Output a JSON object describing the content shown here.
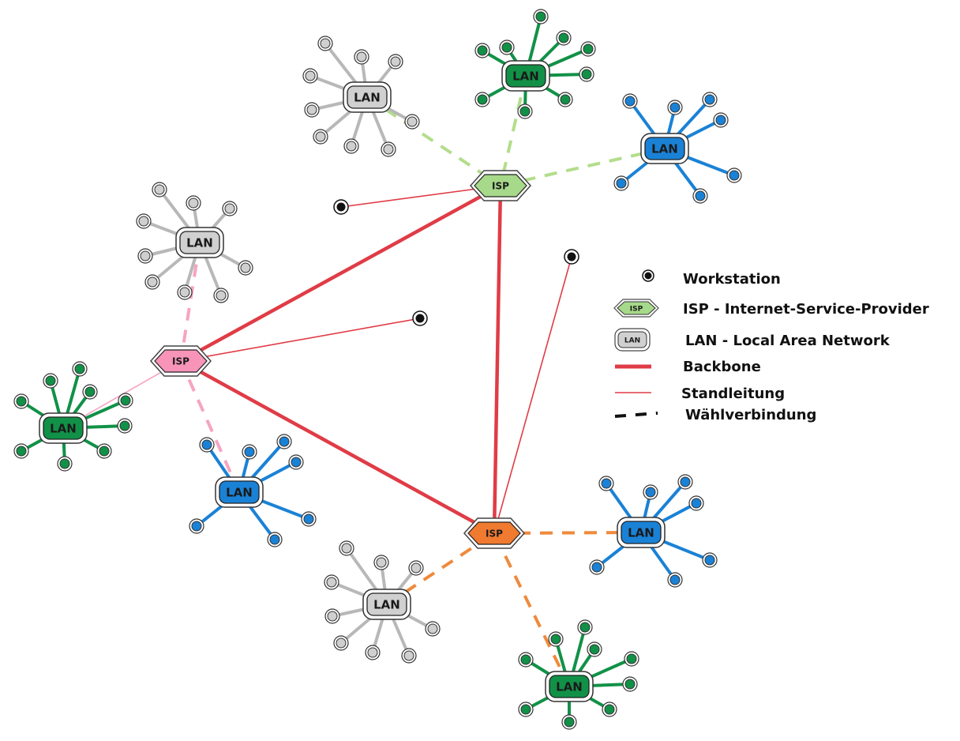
{
  "colors": {
    "backbone": "#e03c46",
    "standleitung": "#e03c46",
    "workstation": "#111111",
    "green_isp": "#a6d98a",
    "pink_isp": "#f794b8",
    "orange_isp": "#f07a30",
    "green_dial": "#b3dd8c",
    "pink_dial": "#f7a3c2",
    "orange_dial": "#ef8a3c",
    "lan_gray": "#b8b8b8",
    "lan_gray_fill": "#d0d0d0",
    "lan_green": "#119147",
    "lan_blue": "#1a82d6"
  },
  "isp_label": "ISP",
  "lan_label": "LAN",
  "legend": {
    "workstation": "Workstation",
    "isp": "ISP - Internet-Service-Provider",
    "lan": "LAN - Local Area Network",
    "backbone": "Backbone",
    "standleitung": "Standleitung",
    "waehlverbindung": "Wählverbindung",
    "isp_icon_label": "ISP",
    "lan_icon_label": "LAN"
  },
  "workstation_icon": "workstation-dot-icon",
  "isp_icon": "isp-hexagon-icon",
  "lan_icon": "lan-rounded-box-icon"
}
